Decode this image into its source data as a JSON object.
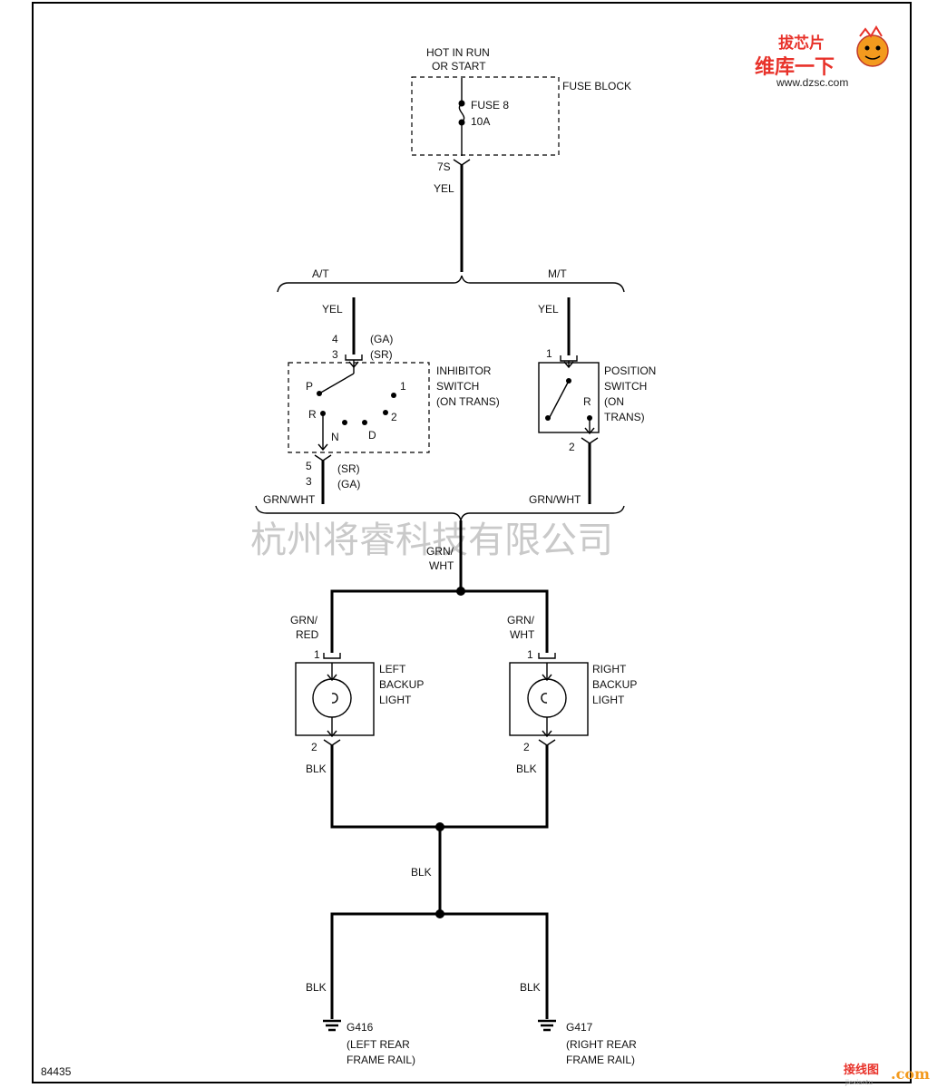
{
  "fuse": {
    "hot_line1": "HOT IN RUN",
    "hot_line2": "OR START",
    "block_label": "FUSE BLOCK",
    "name": "FUSE 8",
    "rating": "10A",
    "pin": "7S",
    "wire": "YEL"
  },
  "split": {
    "at": "A/T",
    "mt": "M/T"
  },
  "inhibitor": {
    "wire_in": "YEL",
    "pin_ga_in": "4",
    "pin_sr_in": "3",
    "tag_ga_in": "(GA)",
    "tag_sr_in": "(SR)",
    "label1": "INHIBITOR",
    "label2": "SWITCH",
    "label3": "(ON TRANS)",
    "pos_p": "P",
    "pos_1": "1",
    "pos_r": "R",
    "pos_2": "2",
    "pos_n": "N",
    "pos_d": "D",
    "pin_sr_out": "5",
    "pin_ga_out": "3",
    "tag_sr_out": "(SR)",
    "tag_ga_out": "(GA)",
    "wire_out": "GRN/WHT"
  },
  "position": {
    "wire_in": "YEL",
    "pin_in": "1",
    "label1": "POSITION",
    "label2": "SWITCH",
    "label3": "(ON",
    "label4": "TRANS)",
    "pos_r": "R",
    "pin_out": "2",
    "wire_out": "GRN/WHT"
  },
  "merge": {
    "wire1": "GRN/",
    "wire2": "WHT"
  },
  "left_light": {
    "wire1": "GRN/",
    "wire2": "RED",
    "pin_in": "1",
    "label1": "LEFT",
    "label2": "BACKUP",
    "label3": "LIGHT",
    "pin_out": "2",
    "wire_out": "BLK"
  },
  "right_light": {
    "wire1": "GRN/",
    "wire2": "WHT",
    "pin_in": "1",
    "label1": "RIGHT",
    "label2": "BACKUP",
    "label3": "LIGHT",
    "pin_out": "2",
    "wire_out": "BLK"
  },
  "ground_wire": "BLK",
  "ground_left": {
    "wire": "BLK",
    "id": "G416",
    "line1": "(LEFT REAR",
    "line2": "FRAME RAIL)"
  },
  "ground_right": {
    "wire": "BLK",
    "id": "G417",
    "line1": "(RIGHT REAR",
    "line2": "FRAME RAIL)"
  },
  "figure_number": "84435",
  "watermark": "杭州将睿科技有限公司",
  "logo": {
    "line1": "拔芯片",
    "line2": "维库一下",
    "url": "www.dzsc.com"
  },
  "corner_mark": {
    "text": "接线图",
    "suffix": ".com",
    "url": "jiexiantu"
  },
  "colors": {
    "line": "#000000",
    "watermark": "#c9c9c9",
    "logo_red": "#e8322a",
    "logo_orange": "#f39a1e"
  }
}
